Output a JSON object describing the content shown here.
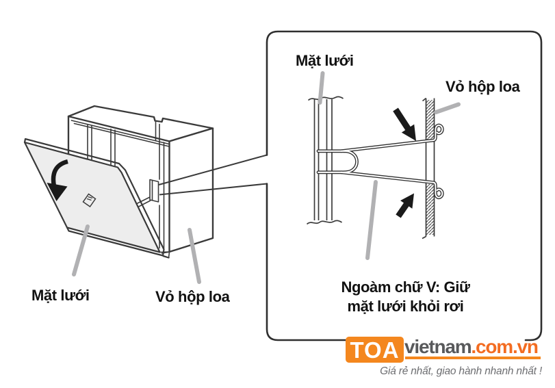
{
  "diagram": {
    "left_labels": {
      "grille": "Mặt lưới",
      "box": "Vỏ hộp loa"
    },
    "callout": {
      "grille_label": "Mặt lưới",
      "box_label": "Vỏ hộp loa",
      "note_line1": "Ngoàm chữ V: Giữ",
      "note_line2": "mặt lưới khỏi rơi"
    },
    "icons": {
      "rotation_arrow": "curved-arrow-open-downward",
      "pinch_arrow_top": "black-arrow-pressing-down",
      "pinch_arrow_bottom": "black-arrow-pressing-up"
    },
    "colors": {
      "line": "#3a3a3a",
      "leader_gray": "#b1b1b3",
      "panel_fill": "#ededed"
    }
  },
  "logo": {
    "brand": "TOA",
    "site": "vietnam",
    "tld": ".com.vn",
    "tagline": "Giá rẻ nhất, giao hành nhanh nhất !",
    "colors": {
      "badge_orange": "#F4871E",
      "site_gray": "#58595B",
      "tld_orange": "#F36C21",
      "tagline_gray": "#6D6E71"
    }
  }
}
